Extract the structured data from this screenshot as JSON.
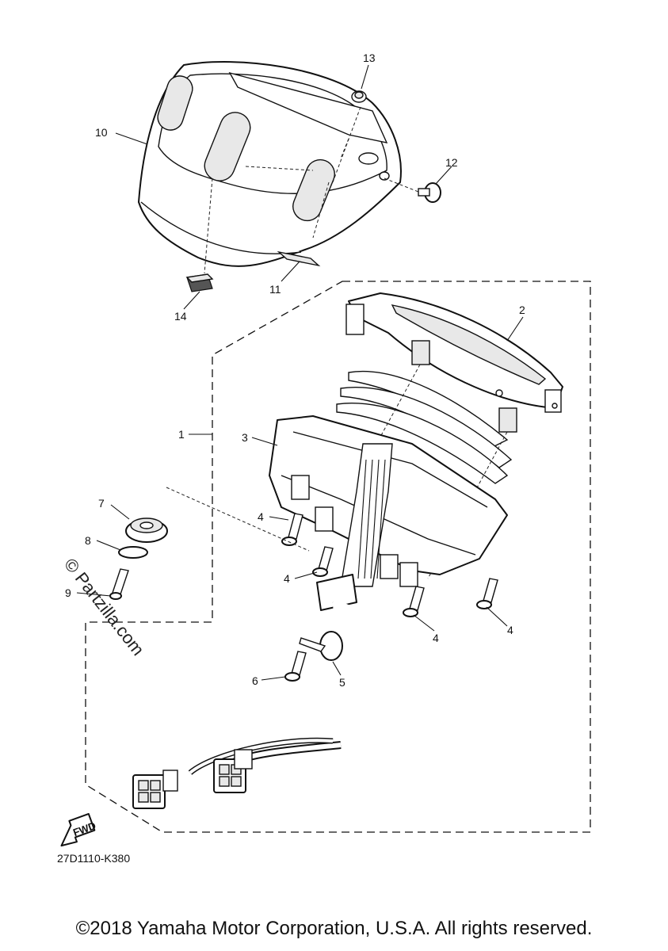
{
  "diagram": {
    "callouts": {
      "c1": "1",
      "c2": "2",
      "c3": "3",
      "c4a": "4",
      "c4b": "4",
      "c4c": "4",
      "c4d": "4",
      "c5": "5",
      "c6": "6",
      "c7": "7",
      "c8": "8",
      "c9": "9",
      "c10": "10",
      "c11": "11",
      "c12": "12",
      "c13": "13",
      "c14": "14"
    },
    "drawing_code": "27D1110-K380",
    "fwd_label": "FWD",
    "watermark": "© Partzilla.com"
  },
  "footer": {
    "copyright": "©2018 Yamaha Motor Corporation, U.S.A. All rights reserved."
  }
}
